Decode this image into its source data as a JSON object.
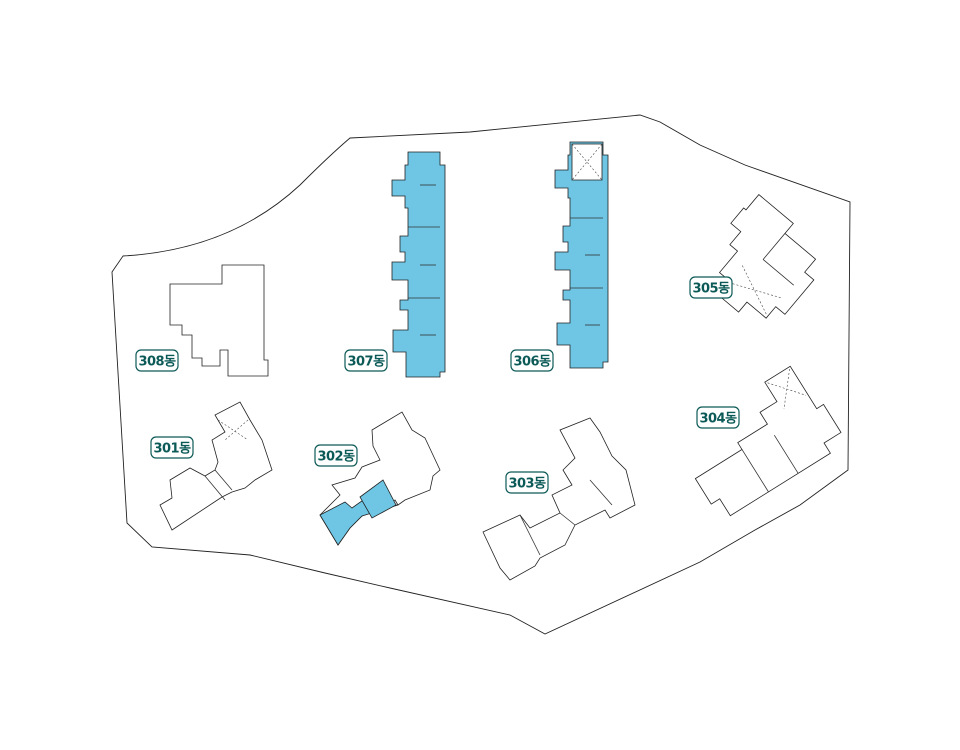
{
  "buildings": [
    {
      "id": "301",
      "label": "301동",
      "highlighted": false
    },
    {
      "id": "302",
      "label": "302동",
      "highlighted": true
    },
    {
      "id": "303",
      "label": "303동",
      "highlighted": false
    },
    {
      "id": "304",
      "label": "304동",
      "highlighted": false
    },
    {
      "id": "305",
      "label": "305동",
      "highlighted": false
    },
    {
      "id": "306",
      "label": "306동",
      "highlighted": true
    },
    {
      "id": "307",
      "label": "307동",
      "highlighted": true
    },
    {
      "id": "308",
      "label": "308동",
      "highlighted": false
    }
  ],
  "colors": {
    "highlight": "#6ec6e4",
    "label": "#0c5a57",
    "outline": "#222222"
  }
}
